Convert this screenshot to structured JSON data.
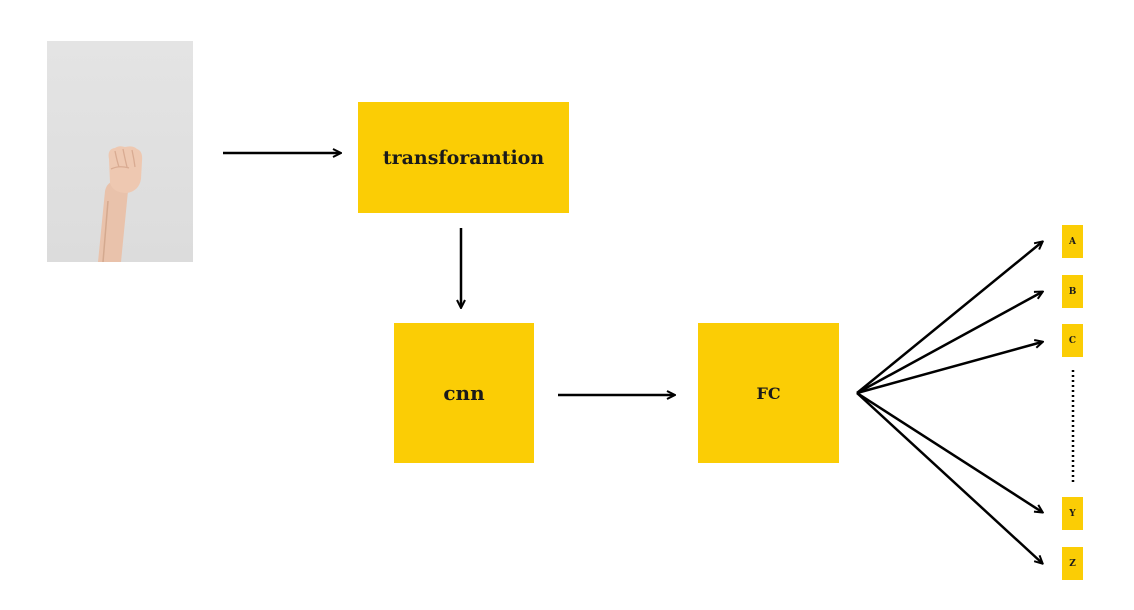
{
  "diagram": {
    "input_image": "raised-fist-photo",
    "nodes": {
      "transformation": "transforamtion",
      "cnn": "cnn",
      "fc": "FC"
    },
    "classes": [
      "A",
      "B",
      "C",
      "Y",
      "Z"
    ],
    "accent_color": "#fbcd05"
  }
}
